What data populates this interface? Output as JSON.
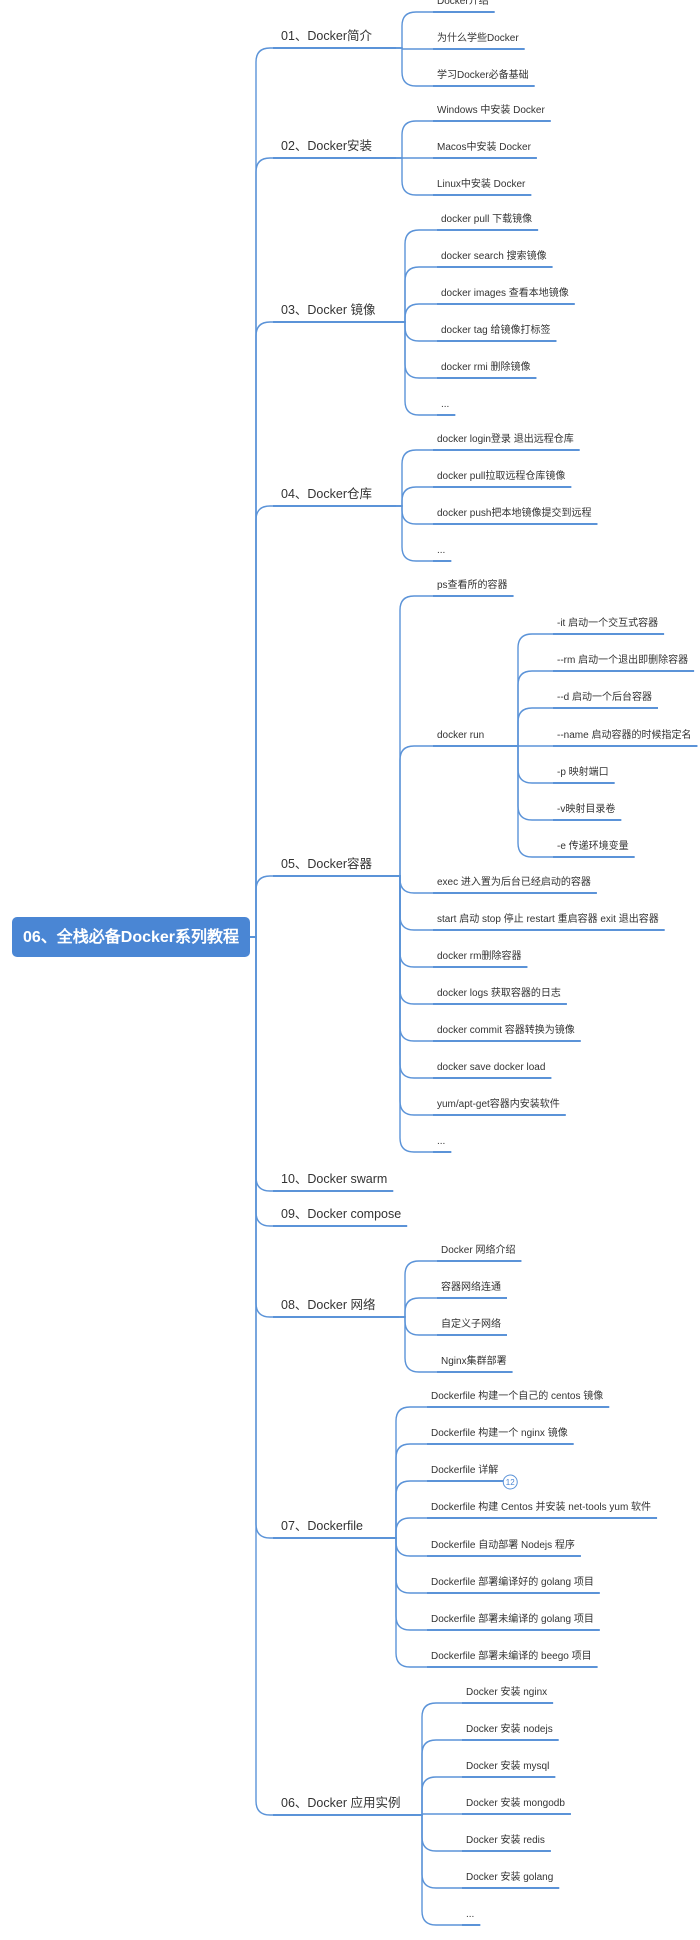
{
  "root": "06、全栈必备Docker系列教程",
  "topics": [
    {
      "label": "01、Docker简介",
      "children": [
        "Docker介绍",
        "为什么学些Docker",
        "学习Docker必备基础"
      ]
    },
    {
      "label": "02、Docker安装",
      "children": [
        "Windows 中安装 Docker",
        "Macos中安装 Docker",
        "Linux中安装 Docker"
      ]
    },
    {
      "label": "03、Docker 镜像",
      "children": [
        "docker pull 下载镜像",
        "docker search 搜索镜像",
        "docker images 查看本地镜像",
        "docker tag 给镜像打标签",
        "docker rmi 删除镜像",
        "..."
      ]
    },
    {
      "label": "04、Docker仓库",
      "children": [
        "docker login登录 退出远程仓库",
        "docker pull拉取远程仓库镜像",
        "docker push把本地镜像提交到远程",
        "..."
      ]
    },
    {
      "label": "05、Docker容器",
      "children": [
        "ps查看所的容器",
        {
          "label": "docker run",
          "children": [
            "-it 启动一个交互式容器",
            "--rm 启动一个退出即删除容器",
            "--d 启动一个后台容器",
            "--name 启动容器的时候指定名",
            "-p 映射端口",
            "-v映射目录卷",
            "-e 传递环境变量"
          ]
        },
        "exec 进入置为后台已经启动的容器",
        "start 启动 stop 停止 restart 重启容器 exit 退出容器",
        "docker rm删除容器",
        "docker logs 获取容器的日志",
        "docker commit 容器转换为镜像",
        "docker save docker load",
        "yum/apt-get容器内安装软件",
        "..."
      ]
    },
    {
      "label": "10、Docker swarm",
      "children": []
    },
    {
      "label": "09、Docker compose",
      "children": []
    },
    {
      "label": "08、Docker 网络",
      "children": [
        "Docker 网络介绍",
        "容器网络连通",
        "自定义子网络",
        "Nginx集群部署"
      ]
    },
    {
      "label": "07、Dockerfile",
      "children": [
        "Dockerfile 构建一个自己的 centos 镜像",
        "Dockerfile 构建一个 nginx 镜像",
        {
          "label": "Dockerfile 详解",
          "badge": "12"
        },
        "Dockerfile 构建 Centos 并安装 net-tools yum 软件",
        "Dockerfile 自动部署 Nodejs 程序",
        "Dockerfile 部署编译好的 golang 项目",
        "Dockerfile 部署未编译的 golang 项目",
        "Dockerfile 部署未编译的 beego 项目"
      ]
    },
    {
      "label": "06、Docker 应用实例",
      "children": [
        "Docker 安装 nginx",
        "Docker 安装 nodejs",
        "Docker 安装 mysql",
        "Docker 安装 mongodb",
        "Docker 安装 redis",
        "Docker 安装 golang",
        "..."
      ]
    }
  ],
  "colors": {
    "root_bg": "#4a86d4",
    "line": "#5b93d8",
    "text": "#333333"
  }
}
